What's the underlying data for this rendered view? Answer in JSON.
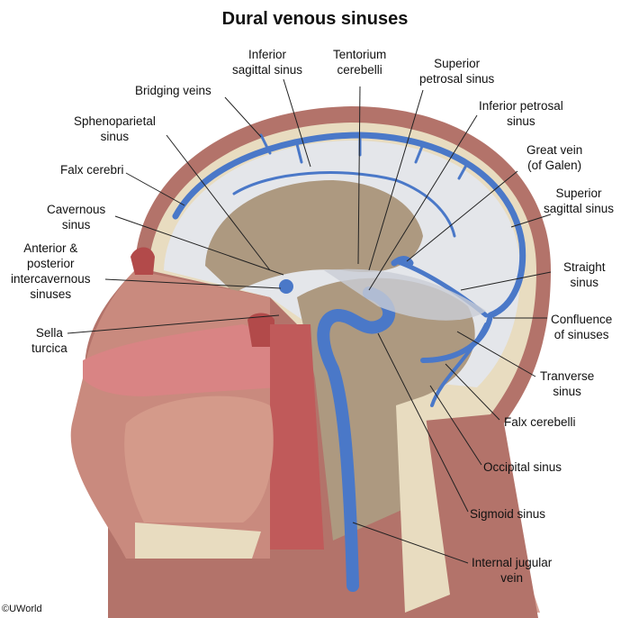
{
  "title": "Dural venous sinuses",
  "copyright": "©UWorld",
  "colors": {
    "sinus_blue": "#4a78c8",
    "skin": "#b3736a",
    "bone": "#e8dcc0",
    "brain": "#ad9980",
    "dura": "#e4e6ea",
    "mucosa": "#d98484"
  },
  "labels": {
    "inferior_sagittal": [
      "Inferior",
      "sagittal sinus"
    ],
    "tentorium": [
      "Tentorium",
      "cerebelli"
    ],
    "superior_petrosal": [
      "Superior",
      "petrosal sinus"
    ],
    "bridging_veins": [
      "Bridging veins"
    ],
    "inferior_petrosal": [
      "Inferior petrosal",
      "sinus"
    ],
    "sphenoparietal": [
      "Sphenoparietal",
      "sinus"
    ],
    "great_vein": [
      "Great vein",
      "(of Galen)"
    ],
    "falx_cerebri": [
      "Falx cerebri"
    ],
    "superior_sagittal": [
      "Superior",
      "sagittal sinus"
    ],
    "cavernous": [
      "Cavernous",
      "sinus"
    ],
    "intercavernous": [
      "Anterior &",
      "posterior",
      "intercavernous",
      "sinuses"
    ],
    "straight": [
      "Straight",
      "sinus"
    ],
    "sella": [
      "Sella",
      "turcica"
    ],
    "confluence": [
      "Confluence",
      "of sinuses"
    ],
    "transverse": [
      "Tranverse",
      "sinus"
    ],
    "falx_cerebelli": [
      "Falx cerebelli"
    ],
    "occipital": [
      "Occipital sinus"
    ],
    "sigmoid": [
      "Sigmoid sinus"
    ],
    "internal_jugular": [
      "Internal jugular",
      "vein"
    ]
  }
}
